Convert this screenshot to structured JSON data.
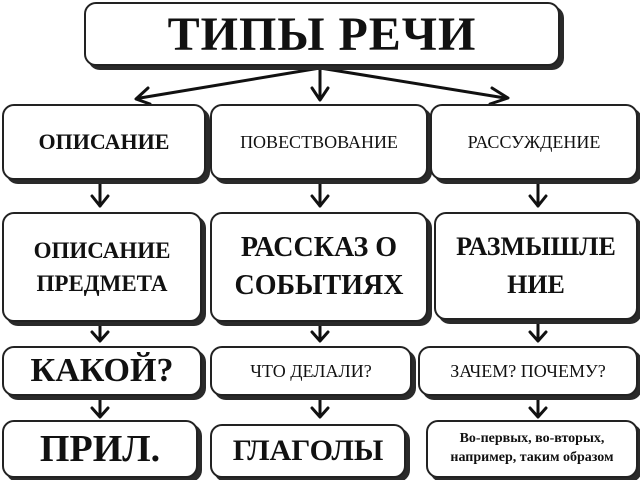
{
  "title": "ТИПЫ РЕЧИ",
  "types": [
    {
      "name": "ОПИСАНИЕ",
      "subject": "ОПИСАНИЕ ПРЕДМЕТА",
      "question": "КАКОЙ?",
      "part": "ПРИЛ."
    },
    {
      "name": "ПОВЕСТВОВАНИЕ",
      "subject": "РАССКАЗ О СОБЫТИЯХ",
      "question": "ЧТО ДЕЛАЛИ?",
      "part": "ГЛАГОЛЫ"
    },
    {
      "name": "РАССУЖДЕНИЕ",
      "subject": "РАЗМЫШЛЕ НИЕ",
      "question": "ЗАЧЕМ? ПОЧЕМУ?",
      "part": "Во-первых, во-вторых, например, таким образом"
    }
  ]
}
